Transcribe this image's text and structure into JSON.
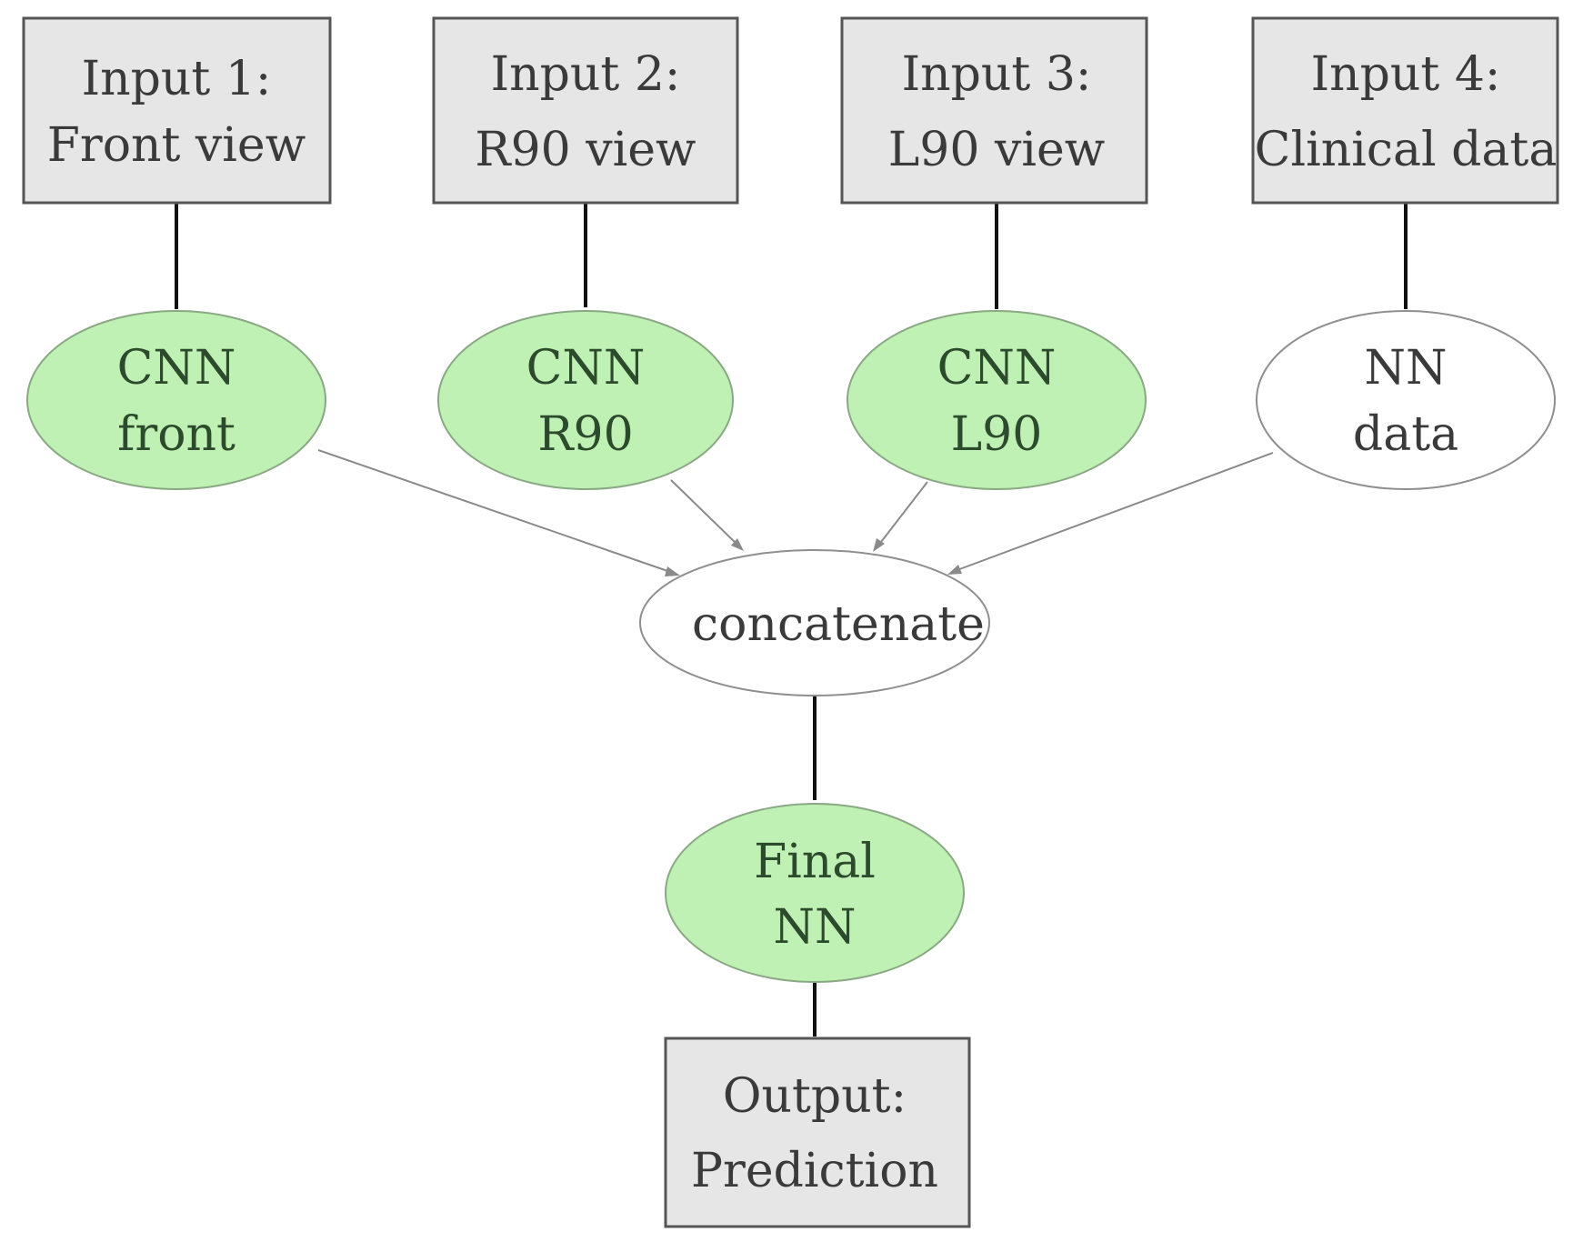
{
  "colors": {
    "box_fill": "#e6e6e6",
    "box_stroke": "#555555",
    "box_text": "#3a3a3a",
    "green_fill": "#bff0b4",
    "green_stroke": "#8aa884",
    "green_text": "#2c4a2c",
    "white_fill": "#ffffff",
    "white_stroke": "#8f8f8f",
    "white_text": "#3a3a3a",
    "edge_thick": "#111111",
    "edge_thin": "#8a8a8a"
  },
  "inputs": [
    {
      "line1": "Input 1:",
      "line2": "Front view"
    },
    {
      "line1": "Input 2:",
      "line2": "R90 view"
    },
    {
      "line1": "Input 3:",
      "line2": "L90 view"
    },
    {
      "line1": "Input 4:",
      "line2": "Clinical data"
    }
  ],
  "networks": [
    {
      "line1": "CNN",
      "line2": "front",
      "style": "green"
    },
    {
      "line1": "CNN",
      "line2": "R90",
      "style": "green"
    },
    {
      "line1": "CNN",
      "line2": "L90",
      "style": "green"
    },
    {
      "line1": "NN",
      "line2": "data",
      "style": "white"
    }
  ],
  "concat": {
    "label": "concatenate"
  },
  "final": {
    "line1": "Final",
    "line2": "NN"
  },
  "output": {
    "line1": "Output:",
    "line2": "Prediction"
  }
}
